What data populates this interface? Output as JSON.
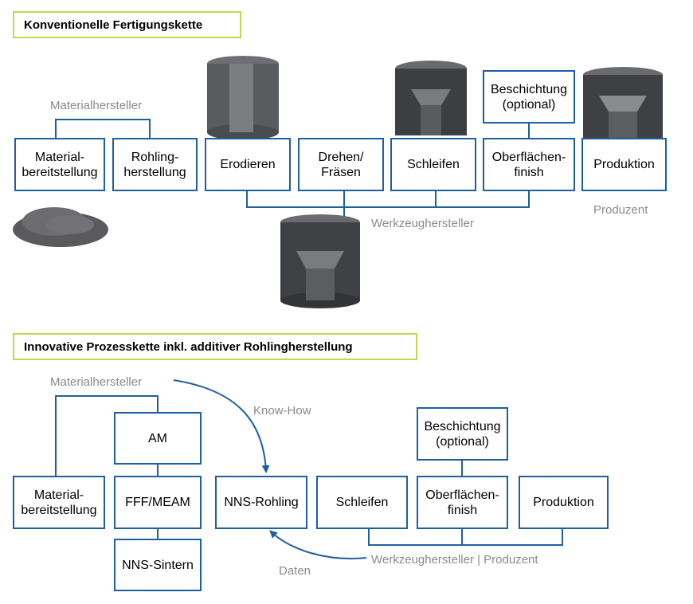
{
  "colors": {
    "box_border": "#1f5fa0",
    "title_border": "#c8d44a",
    "connector": "#1f5fa0",
    "label": "#8a8a8a"
  },
  "top": {
    "title": "Konventionelle Fertigungskette",
    "group_label_material": "Materialhersteller",
    "group_label_tool": "Werkzeughersteller",
    "group_label_producer": "Produzent",
    "boxes": {
      "material": "Material-\nbereitstellung",
      "rohling": "Rohling-\nherstellung",
      "erodieren": "Erodieren",
      "drehen": "Drehen/\nFräsen",
      "schleifen": "Schleifen",
      "beschichtung": "Beschichtung\n(optional)",
      "oberflaeche": "Oberflächen-\nfinish",
      "produktion": "Produktion"
    }
  },
  "bottom": {
    "title": "Innovative Prozesskette inkl. additiver Rohlingherstellung",
    "group_label_material": "Materialhersteller",
    "label_knowhow": "Know-How",
    "label_daten": "Daten",
    "group_label_tool_producer": "Werkzeughersteller | Produzent",
    "boxes": {
      "material": "Material-\nbereitstellung",
      "am": "AM",
      "fff": "FFF/MEAM",
      "sintern": "NNS-Sintern",
      "nns": "NNS-Rohling",
      "schleifen": "Schleifen",
      "beschichtung": "Beschichtung\n(optional)",
      "oberflaeche": "Oberflächen-\nfinish",
      "produktion": "Produktion"
    }
  }
}
